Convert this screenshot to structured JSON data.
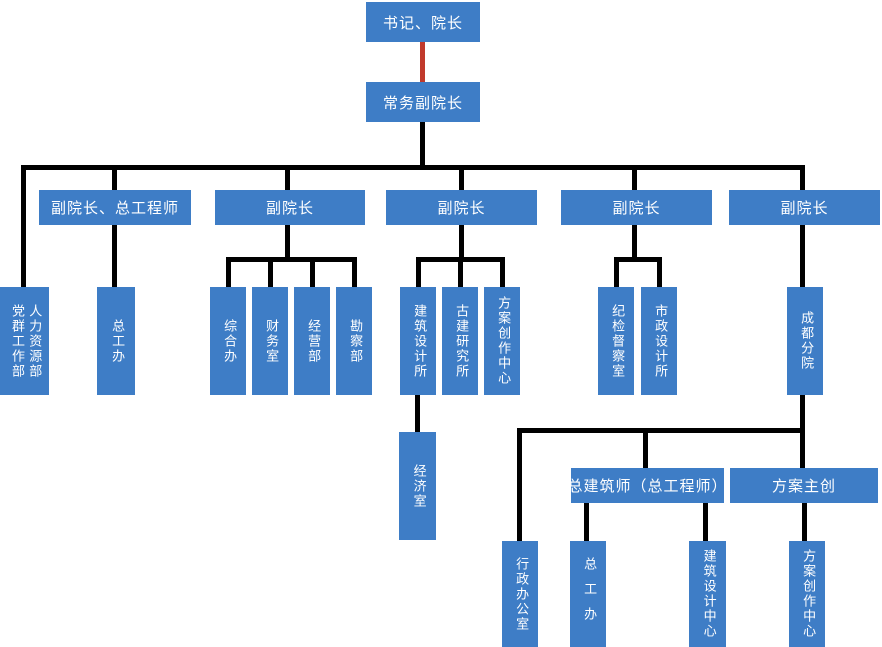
{
  "diagram": {
    "type": "org-chart",
    "colors": {
      "node_fill": "#3E7DC6",
      "node_text": "#FFFFFF",
      "connector": "#000000",
      "highlight_connector": "#C13A2C"
    },
    "nodes": {
      "secretary_dean": {
        "label": "书记、院长"
      },
      "exec_vice_dean": {
        "label": "常务副院长"
      },
      "party_masses_dept": {
        "label": "党群工作部"
      },
      "hr_dept": {
        "label": "人力资源部"
      },
      "vice_dean_chief_engineer": {
        "label": "副院长、总工程师"
      },
      "chief_engineer_office": {
        "label": "总工办"
      },
      "vice_dean_1": {
        "label": "副院长"
      },
      "vice_dean_2": {
        "label": "副院长"
      },
      "vice_dean_3": {
        "label": "副院长"
      },
      "vice_dean_4": {
        "label": "副院长"
      },
      "general_office": {
        "label": "综合办"
      },
      "finance_office": {
        "label": "财务室"
      },
      "business_dept": {
        "label": "经营部"
      },
      "survey_dept": {
        "label": "勘察部"
      },
      "architecture_design_institute": {
        "label": "建筑设计所"
      },
      "ancient_architecture_institute": {
        "label": "古建研究所"
      },
      "scheme_creation_center": {
        "label": "方案创作中心"
      },
      "economy_office": {
        "label": "经济室"
      },
      "discipline_inspection_office": {
        "label": "纪检督察室"
      },
      "municipal_design_institute": {
        "label": "市政设计所"
      },
      "chengdu_branch": {
        "label": "成都分院"
      },
      "admin_office": {
        "label": "行政办公室"
      },
      "chief_architect": {
        "label": "总建筑师（总工程师）"
      },
      "scheme_lead": {
        "label": "方案主创"
      },
      "chief_engineer_office_branch": {
        "label": "总工办"
      },
      "architecture_design_center": {
        "label": "建筑设计中心"
      },
      "scheme_creation_center_branch": {
        "label": "方案创作中心"
      }
    },
    "edges": [
      {
        "from": "secretary_dean",
        "to": "exec_vice_dean",
        "style": "highlight"
      },
      {
        "from": "exec_vice_dean",
        "to": "party_masses_dept"
      },
      {
        "from": "exec_vice_dean",
        "to": "hr_dept"
      },
      {
        "from": "exec_vice_dean",
        "to": "vice_dean_chief_engineer"
      },
      {
        "from": "exec_vice_dean",
        "to": "vice_dean_1"
      },
      {
        "from": "exec_vice_dean",
        "to": "vice_dean_2"
      },
      {
        "from": "exec_vice_dean",
        "to": "vice_dean_3"
      },
      {
        "from": "exec_vice_dean",
        "to": "vice_dean_4"
      },
      {
        "from": "vice_dean_chief_engineer",
        "to": "chief_engineer_office"
      },
      {
        "from": "vice_dean_1",
        "to": "general_office"
      },
      {
        "from": "vice_dean_1",
        "to": "finance_office"
      },
      {
        "from": "vice_dean_1",
        "to": "business_dept"
      },
      {
        "from": "vice_dean_1",
        "to": "survey_dept"
      },
      {
        "from": "vice_dean_2",
        "to": "architecture_design_institute"
      },
      {
        "from": "vice_dean_2",
        "to": "ancient_architecture_institute"
      },
      {
        "from": "vice_dean_2",
        "to": "scheme_creation_center"
      },
      {
        "from": "architecture_design_institute",
        "to": "economy_office"
      },
      {
        "from": "vice_dean_3",
        "to": "discipline_inspection_office"
      },
      {
        "from": "vice_dean_3",
        "to": "municipal_design_institute"
      },
      {
        "from": "vice_dean_4",
        "to": "chengdu_branch"
      },
      {
        "from": "chengdu_branch",
        "to": "admin_office"
      },
      {
        "from": "chengdu_branch",
        "to": "chief_architect"
      },
      {
        "from": "chengdu_branch",
        "to": "scheme_lead"
      },
      {
        "from": "chief_architect",
        "to": "chief_engineer_office_branch"
      },
      {
        "from": "chief_architect",
        "to": "architecture_design_center"
      },
      {
        "from": "scheme_lead",
        "to": "scheme_creation_center_branch"
      }
    ]
  }
}
